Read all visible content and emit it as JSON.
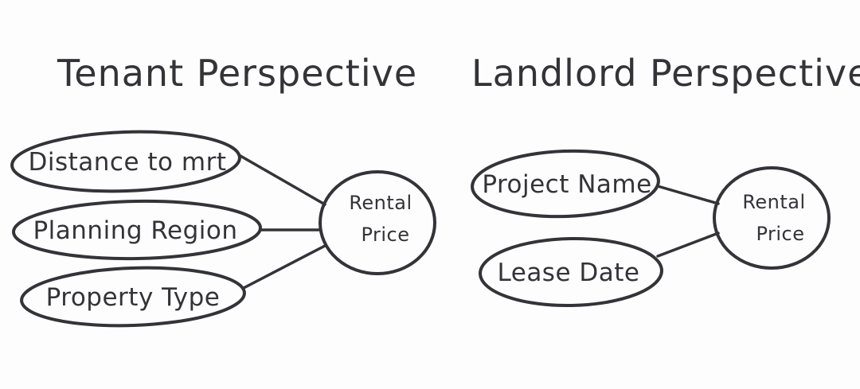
{
  "colors": {
    "ink": "#333338",
    "background": "#fdfdfd"
  },
  "tenant": {
    "title": "Tenant Perspective",
    "factors": [
      {
        "label": "Distance to mrt"
      },
      {
        "label": "Planning Region"
      },
      {
        "label": "Property Type"
      }
    ],
    "target": {
      "line1": "Rental",
      "line2": "Price"
    }
  },
  "landlord": {
    "title": "Landlord Perspective",
    "factors": [
      {
        "label": "Project Name"
      },
      {
        "label": "Lease Date"
      }
    ],
    "target": {
      "line1": "Rental",
      "line2": "Price"
    }
  }
}
